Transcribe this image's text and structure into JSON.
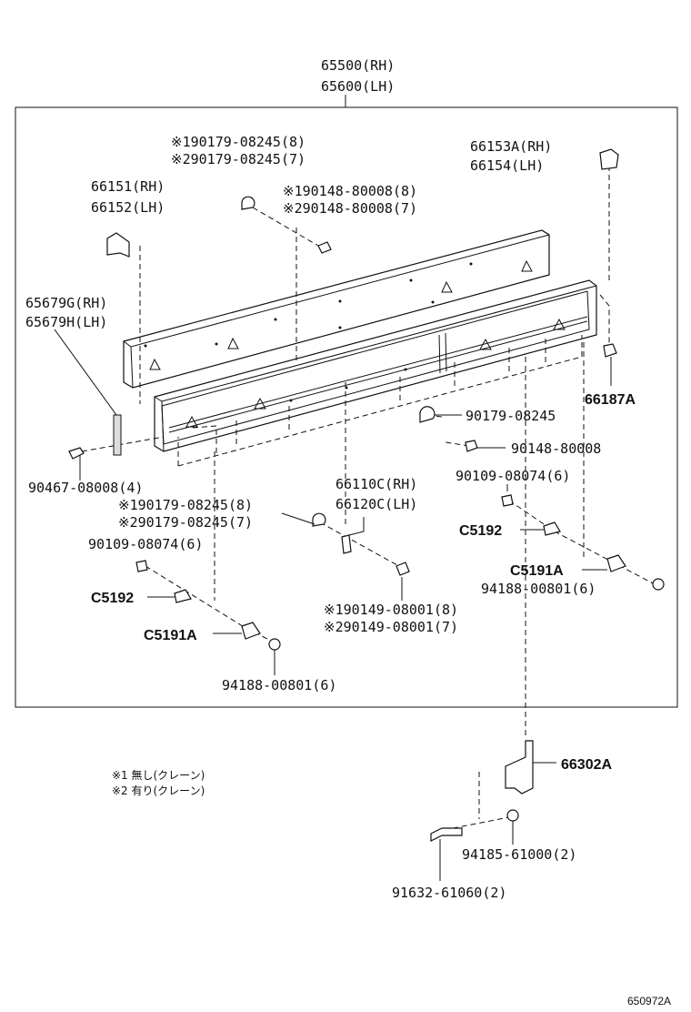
{
  "labels": {
    "assy_rh": "65500(RH)",
    "assy_lh": "65600(LH)",
    "p1_a": "※190179-08245(8)",
    "p1_b": "※290179-08245(7)",
    "p2_a": "※190148-80008(8)",
    "p2_b": "※290148-80008(7)",
    "p3_rh": "66153A(RH)",
    "p3_lh": "66154(LH)",
    "p4_rh": "66151(RH)",
    "p4_lh": "66152(LH)",
    "p5_rh": "65679G(RH)",
    "p5_lh": "65679H(LH)",
    "p6": "66187A",
    "p7": "90179-08245",
    "p8": "90148-80008",
    "p9": "90467-08008(4)",
    "p10": "90109-08074(6)",
    "p11_rh": "66110C(RH)",
    "p11_lh": "66120C(LH)",
    "p12_a": "※190179-08245(8)",
    "p12_b": "※290179-08245(7)",
    "p13": "90109-08074(6)",
    "p14": "C5192",
    "p15": "C5192",
    "p16": "C5191A",
    "p17": "C5191A",
    "p18": "94188-00801(6)",
    "p19": "94188-00801(6)",
    "p20_a": "※190149-08001(8)",
    "p20_b": "※290149-08001(7)",
    "p21": "66302A",
    "p22": "94185-61000(2)",
    "p23": "91632-61060(2)",
    "note1": "※1 無し(クレーン)",
    "note2": "※2 有り(クレーン)",
    "fig_id": "650972A"
  }
}
